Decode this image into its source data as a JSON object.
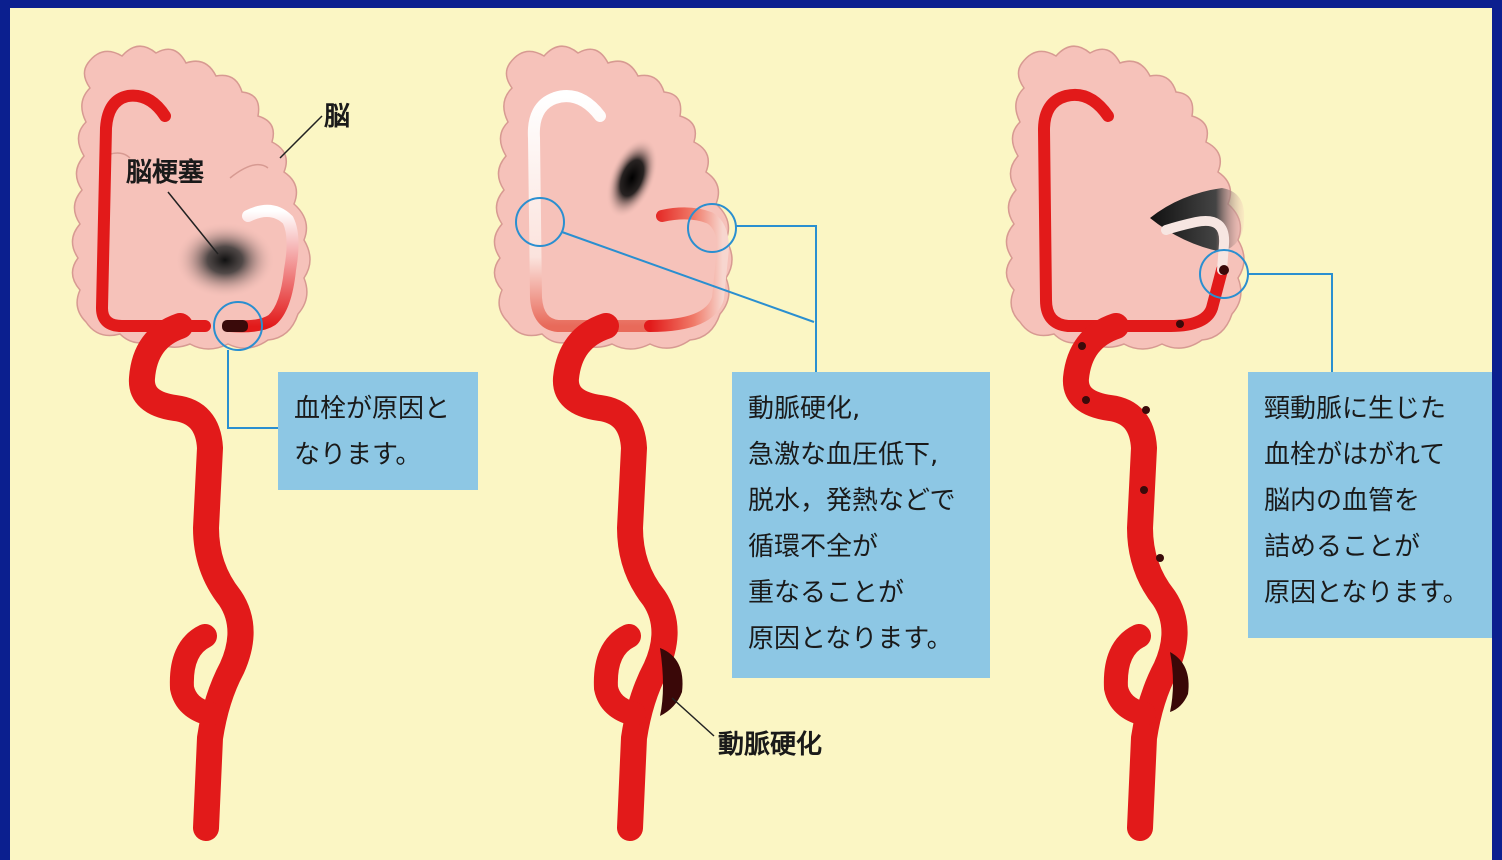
{
  "labels": {
    "brain": "脳",
    "infarction": "脳梗塞",
    "atherosclerosis": "動脈硬化"
  },
  "panel1": {
    "lines": [
      "血栓が原因と",
      "なります。"
    ]
  },
  "panel2": {
    "lines": [
      "動脈硬化,",
      "急激な血圧低下,",
      "脱水，発熱などで",
      "循環不全が",
      "重なることが",
      "原因となります。"
    ]
  },
  "panel3": {
    "lines": [
      "頸動脈に生じた",
      "血栓がはがれて",
      "脳内の血管を",
      "詰めることが",
      "原因となります。"
    ]
  },
  "colors": {
    "frame": "#0b1f8f",
    "background": "#fbf6c4",
    "brain": "#f6c2ba",
    "artery": "#e21a1a",
    "callout_box": "#8dc7e4",
    "leader_line": "#2a8fd0"
  }
}
